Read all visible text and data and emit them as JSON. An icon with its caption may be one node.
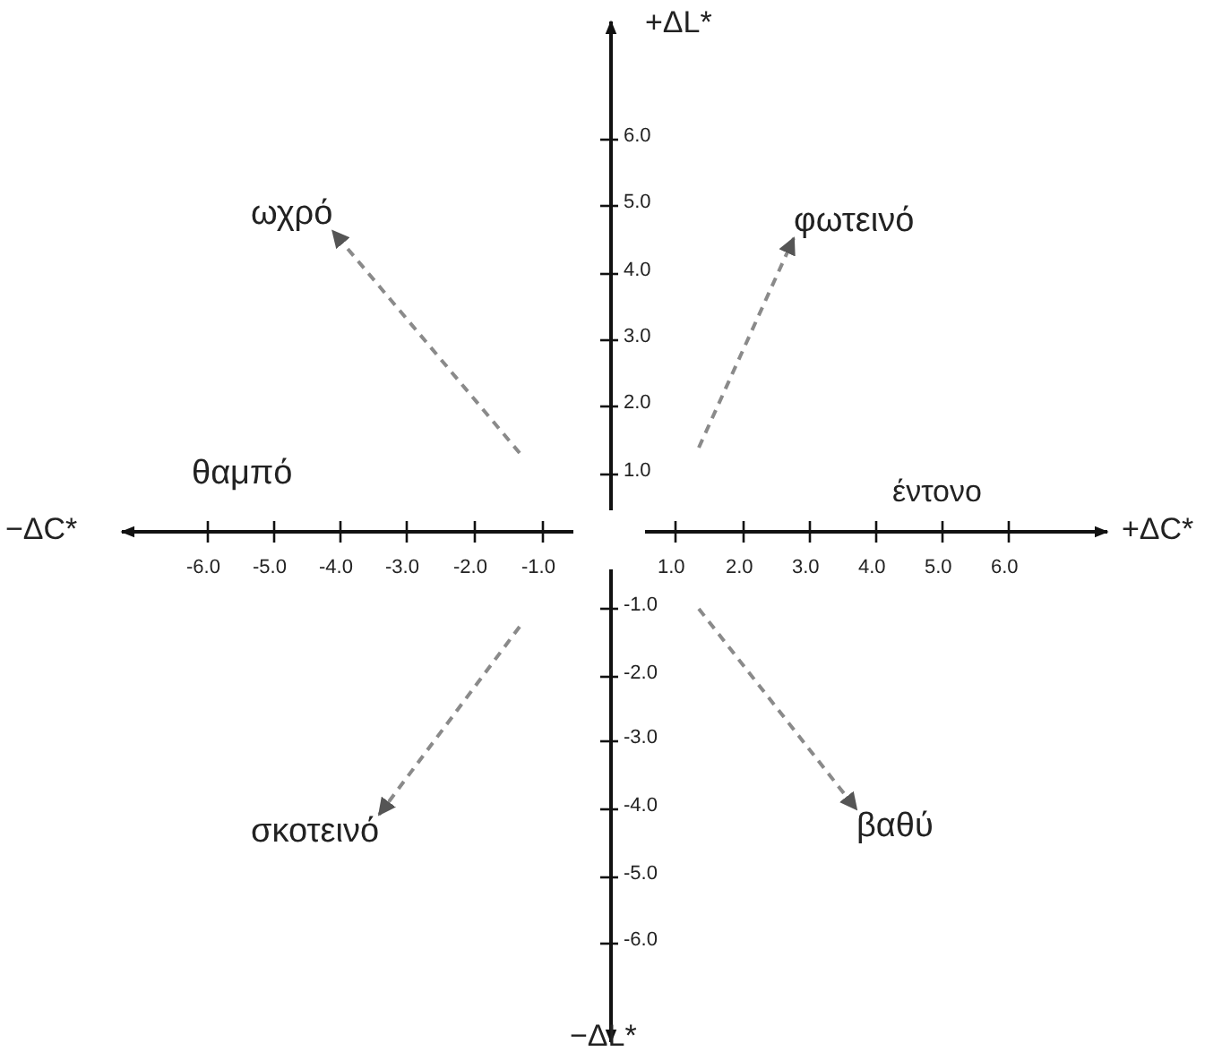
{
  "diagram": {
    "nodes": [
      {
        "text": [
          "ωχρό"
        ]
      },
      {
        "text": [
          "φωτεινό"
        ]
      },
      {
        "text": [
          "σκοτεινό"
        ]
      },
      {
        "text": [
          "βαθύ"
        ]
      }
    ],
    "edges": [
      {
        "from": null,
        "to": 0,
        "arrow": "to",
        "style": "dashed"
      },
      {
        "from": null,
        "to": 1,
        "arrow": "to",
        "style": "dashed"
      },
      {
        "from": null,
        "to": 2,
        "arrow": "to",
        "style": "dashed"
      },
      {
        "from": null,
        "to": 3,
        "arrow": "to",
        "style": "dashed"
      }
    ],
    "labels": [
      "+ΔL*",
      "6.0",
      "5.0",
      "4.0",
      "3.0",
      "2.0",
      "1.0",
      "θαμπό",
      "έντονο",
      "−ΔC*",
      "-6.0",
      "-5.0",
      "-4.0",
      "-3.0",
      "-2.0",
      "-1.0",
      "1.0",
      "2.0",
      "3.0",
      "4.0",
      "5.0",
      "6.0",
      "+ΔC*",
      "-1.0",
      "-2.0",
      "-3.0",
      "-4.0",
      "-5.0",
      "-6.0",
      "−ΔL*"
    ]
  }
}
